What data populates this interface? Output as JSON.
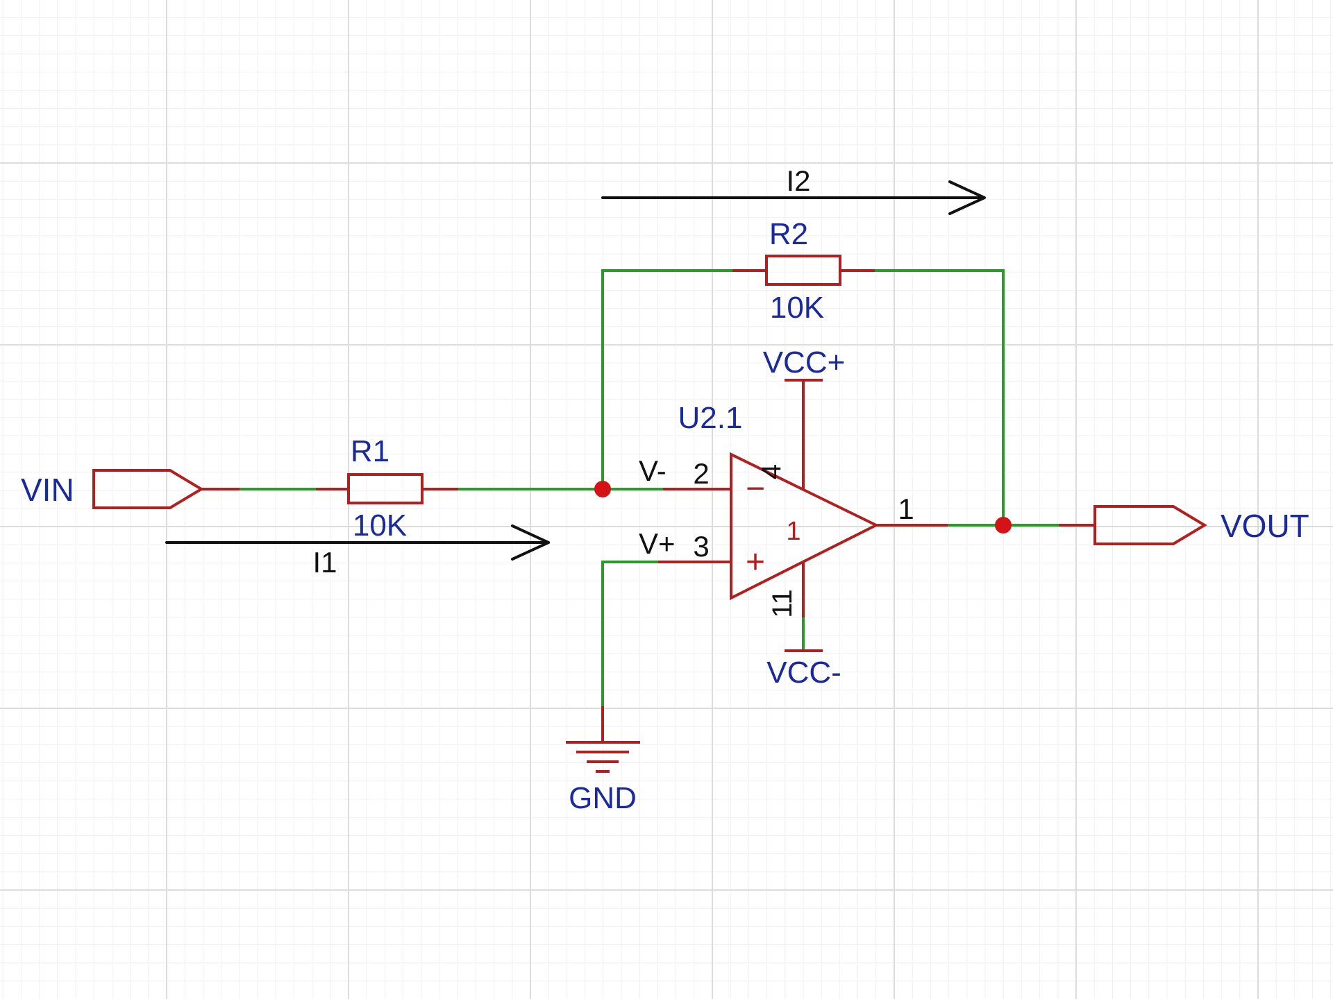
{
  "colors": {
    "background": "#ffffff",
    "grid_major": "#dcdcdc",
    "grid_minor": "#f0f0f0",
    "wire": "#2a9a2a",
    "component": "#b02020",
    "label_blue": "#1a2a9a",
    "pin_text": "#111111",
    "junction": "#d41414",
    "arrow": "#111111"
  },
  "labels": {
    "vin": "VIN",
    "vout": "VOUT",
    "gnd": "GND",
    "vcc_pos": "VCC+",
    "vcc_neg": "VCC-",
    "opamp_ref": "U2.1",
    "opamp_unit": "1",
    "r1_ref": "R1",
    "r1_value": "10K",
    "r2_ref": "R2",
    "r2_value": "10K",
    "current_1": "I1",
    "current_2": "I2"
  },
  "pins": {
    "inv_name": "V-",
    "inv_num": "2",
    "noninv_name": "V+",
    "noninv_num": "3",
    "vpos_num": "4",
    "vneg_num": "11",
    "out_num": "1",
    "minus_sign": "−",
    "plus_sign": "+"
  }
}
